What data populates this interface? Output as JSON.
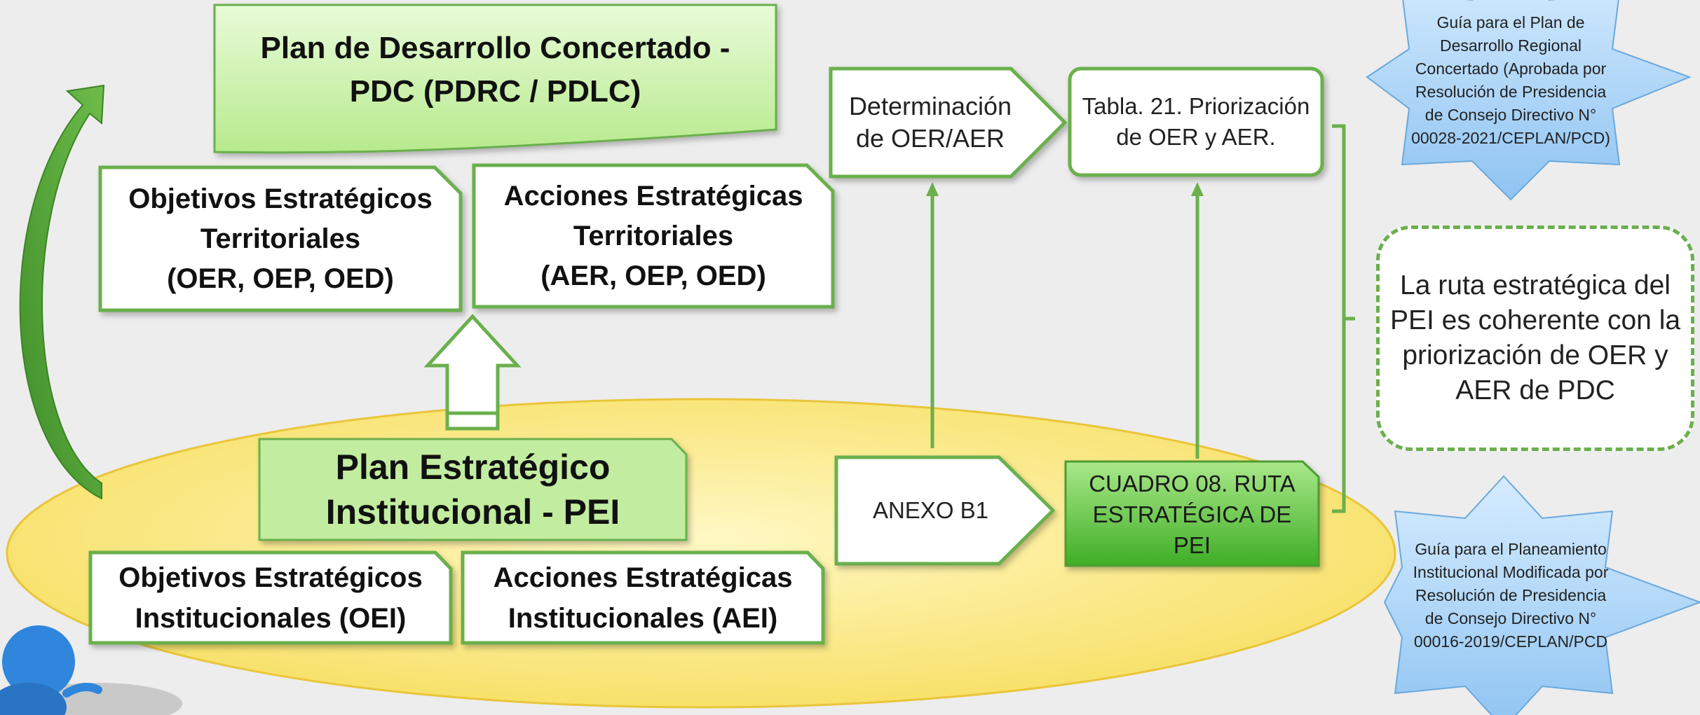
{
  "pdc_title": "Plan de Desarrollo Concertado -\nPDC (PDRC / PDLC)",
  "oer_box": "Objetivos Estratégicos\nTerritoriales\n(OER, OEP, OED)",
  "aer_box": "Acciones Estratégicas\nTerritoriales\n(AER, OEP, OED)",
  "pei_title": "Plan Estratégico\nInstitucional - PEI",
  "oei_box": "Objetivos Estratégicos\nInstitucionales (OEI)",
  "aei_box": "Acciones Estratégicas\nInstitucionales (AEI)",
  "determinacion_box": "Determinación\nde OER/AER",
  "tabla_box": "Tabla. 21. Priorización\nde OER y AER.",
  "anexo_box": "ANEXO B1",
  "cuadro_box": "CUADRO 08. RUTA\nESTRATÉGICA DE\nPEI",
  "conclusion_box": "La ruta estratégica del\nPEI es coherente con la\npriorización de OER y\nAER de PDC",
  "guide_top": "Guía para el Plan de\nDesarrollo Regional\nConcertado (Aprobada por\nResolución de Presidencia\nde Consejo Directivo N°\n00028-2021/CEPLAN/PCD)",
  "guide_bottom": "Guía para el Planeamiento\nInstitucional Modificada por\nResolución de Presidencia\nde Consejo Directivo N°\n00016-2019/CEPLAN/PCD",
  "colors": {
    "green_border": "#6ab04c",
    "green_fill_light": "#c9efa6",
    "green_fill_dark": "#5fc439",
    "yellow": "#fbe98a",
    "star_blue": "#a9d3f5",
    "figure_blue": "#3b8fe0"
  }
}
